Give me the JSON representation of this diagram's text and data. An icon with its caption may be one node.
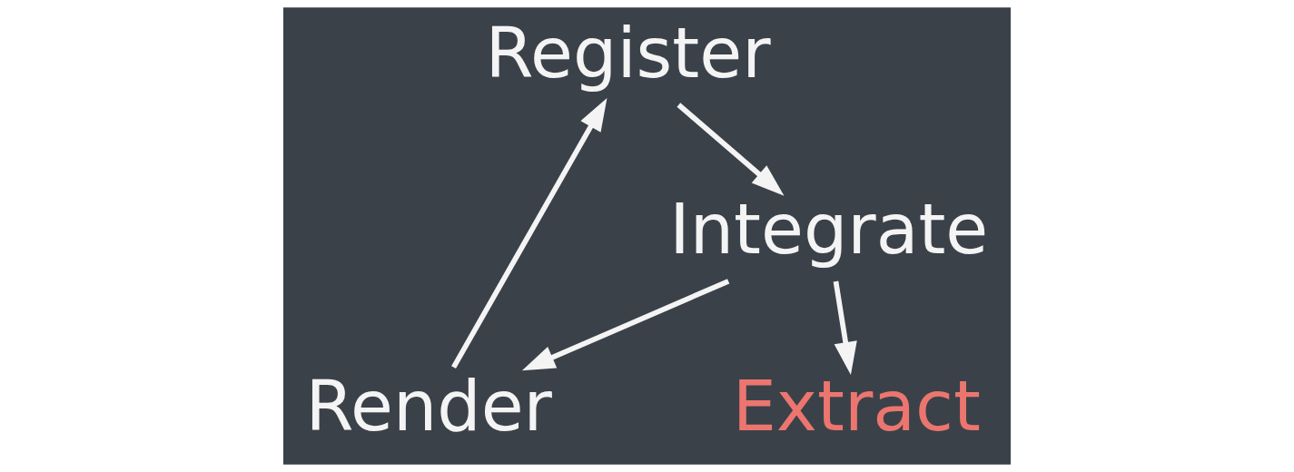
{
  "diagram": {
    "nodes": [
      {
        "text": [
          "Register"
        ]
      },
      {
        "text": [
          "Integrate"
        ]
      },
      {
        "text": [
          "Render"
        ]
      },
      {
        "text": [
          "Extract"
        ]
      }
    ],
    "edges": [
      {
        "from": 0,
        "to": 1,
        "arrow": "to"
      },
      {
        "from": 1,
        "to": 2,
        "arrow": "to"
      },
      {
        "from": 1,
        "to": 3,
        "arrow": "to"
      },
      {
        "from": 2,
        "to": 0,
        "arrow": "to"
      }
    ]
  }
}
